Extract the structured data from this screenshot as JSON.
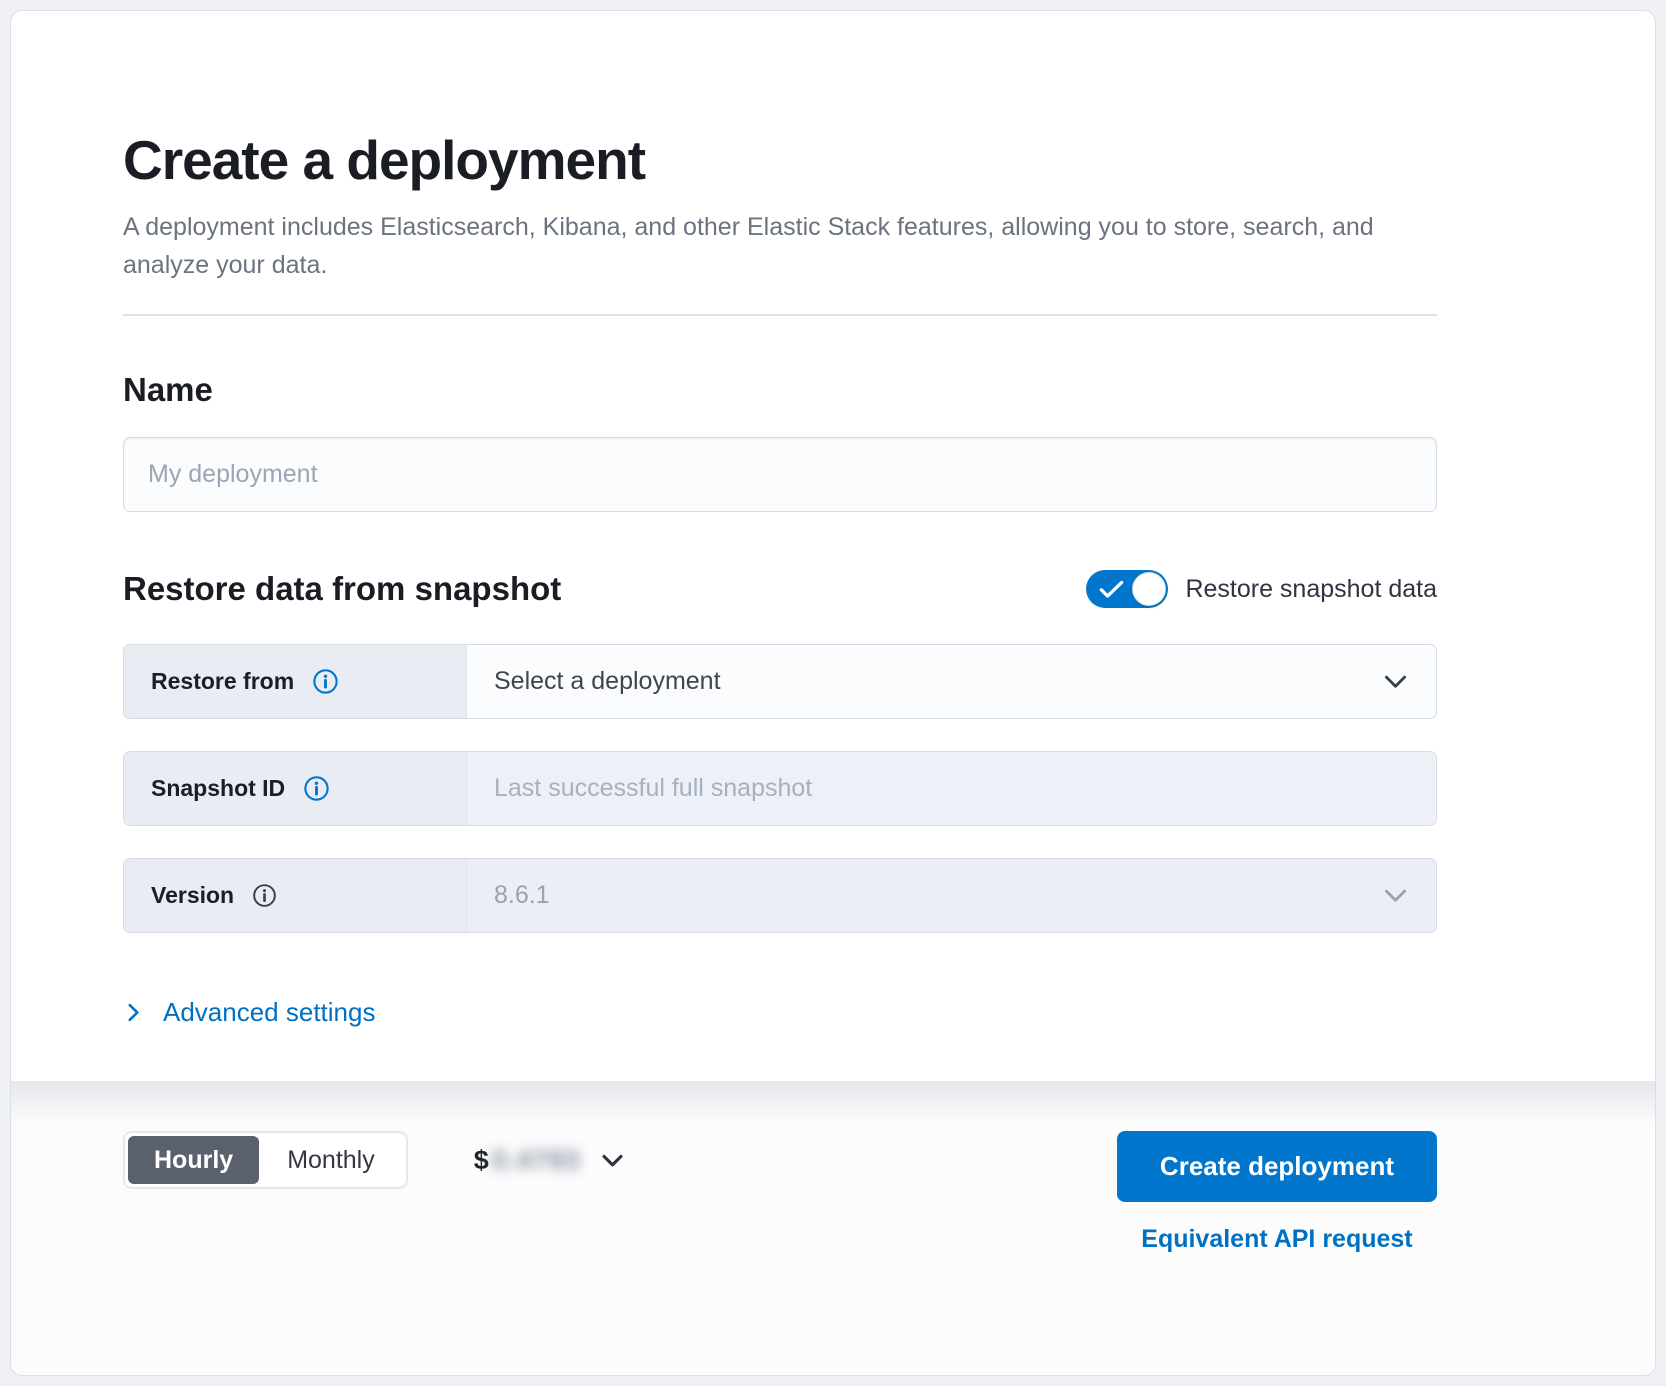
{
  "header": {
    "title": "Create a deployment",
    "subtitle": "A deployment includes Elasticsearch, Kibana, and other Elastic Stack features, allowing you to store, search, and analyze your data."
  },
  "name_section": {
    "heading": "Name",
    "placeholder": "My deployment"
  },
  "snapshot_section": {
    "heading": "Restore data from snapshot",
    "toggle_label": "Restore snapshot data",
    "toggle_state": "on",
    "restore_from": {
      "label": "Restore from",
      "value": "Select a deployment"
    },
    "snapshot_id": {
      "label": "Snapshot ID",
      "placeholder": "Last successful full snapshot"
    },
    "version": {
      "label": "Version",
      "value": "8.6.1"
    }
  },
  "advanced_settings": {
    "label": "Advanced settings"
  },
  "footer": {
    "billing_interval": {
      "options": [
        "Hourly",
        "Monthly"
      ],
      "selected": "Hourly"
    },
    "price": {
      "currency": "$",
      "amount": "0.4793",
      "blurred": true
    },
    "create_button": "Create deployment",
    "api_link": "Equivalent API request"
  },
  "icons": {
    "info": "circled-i",
    "chevron_down": "v",
    "chevron_right": ">",
    "check": "✓"
  },
  "colors": {
    "primary": "#0077cc",
    "link": "#0071c2",
    "selected_segment": "#5a616d",
    "prepend_bg": "#e9edf3",
    "border": "#d3dae6",
    "title_text": "#1a1d23",
    "muted_text": "#6b7280"
  }
}
